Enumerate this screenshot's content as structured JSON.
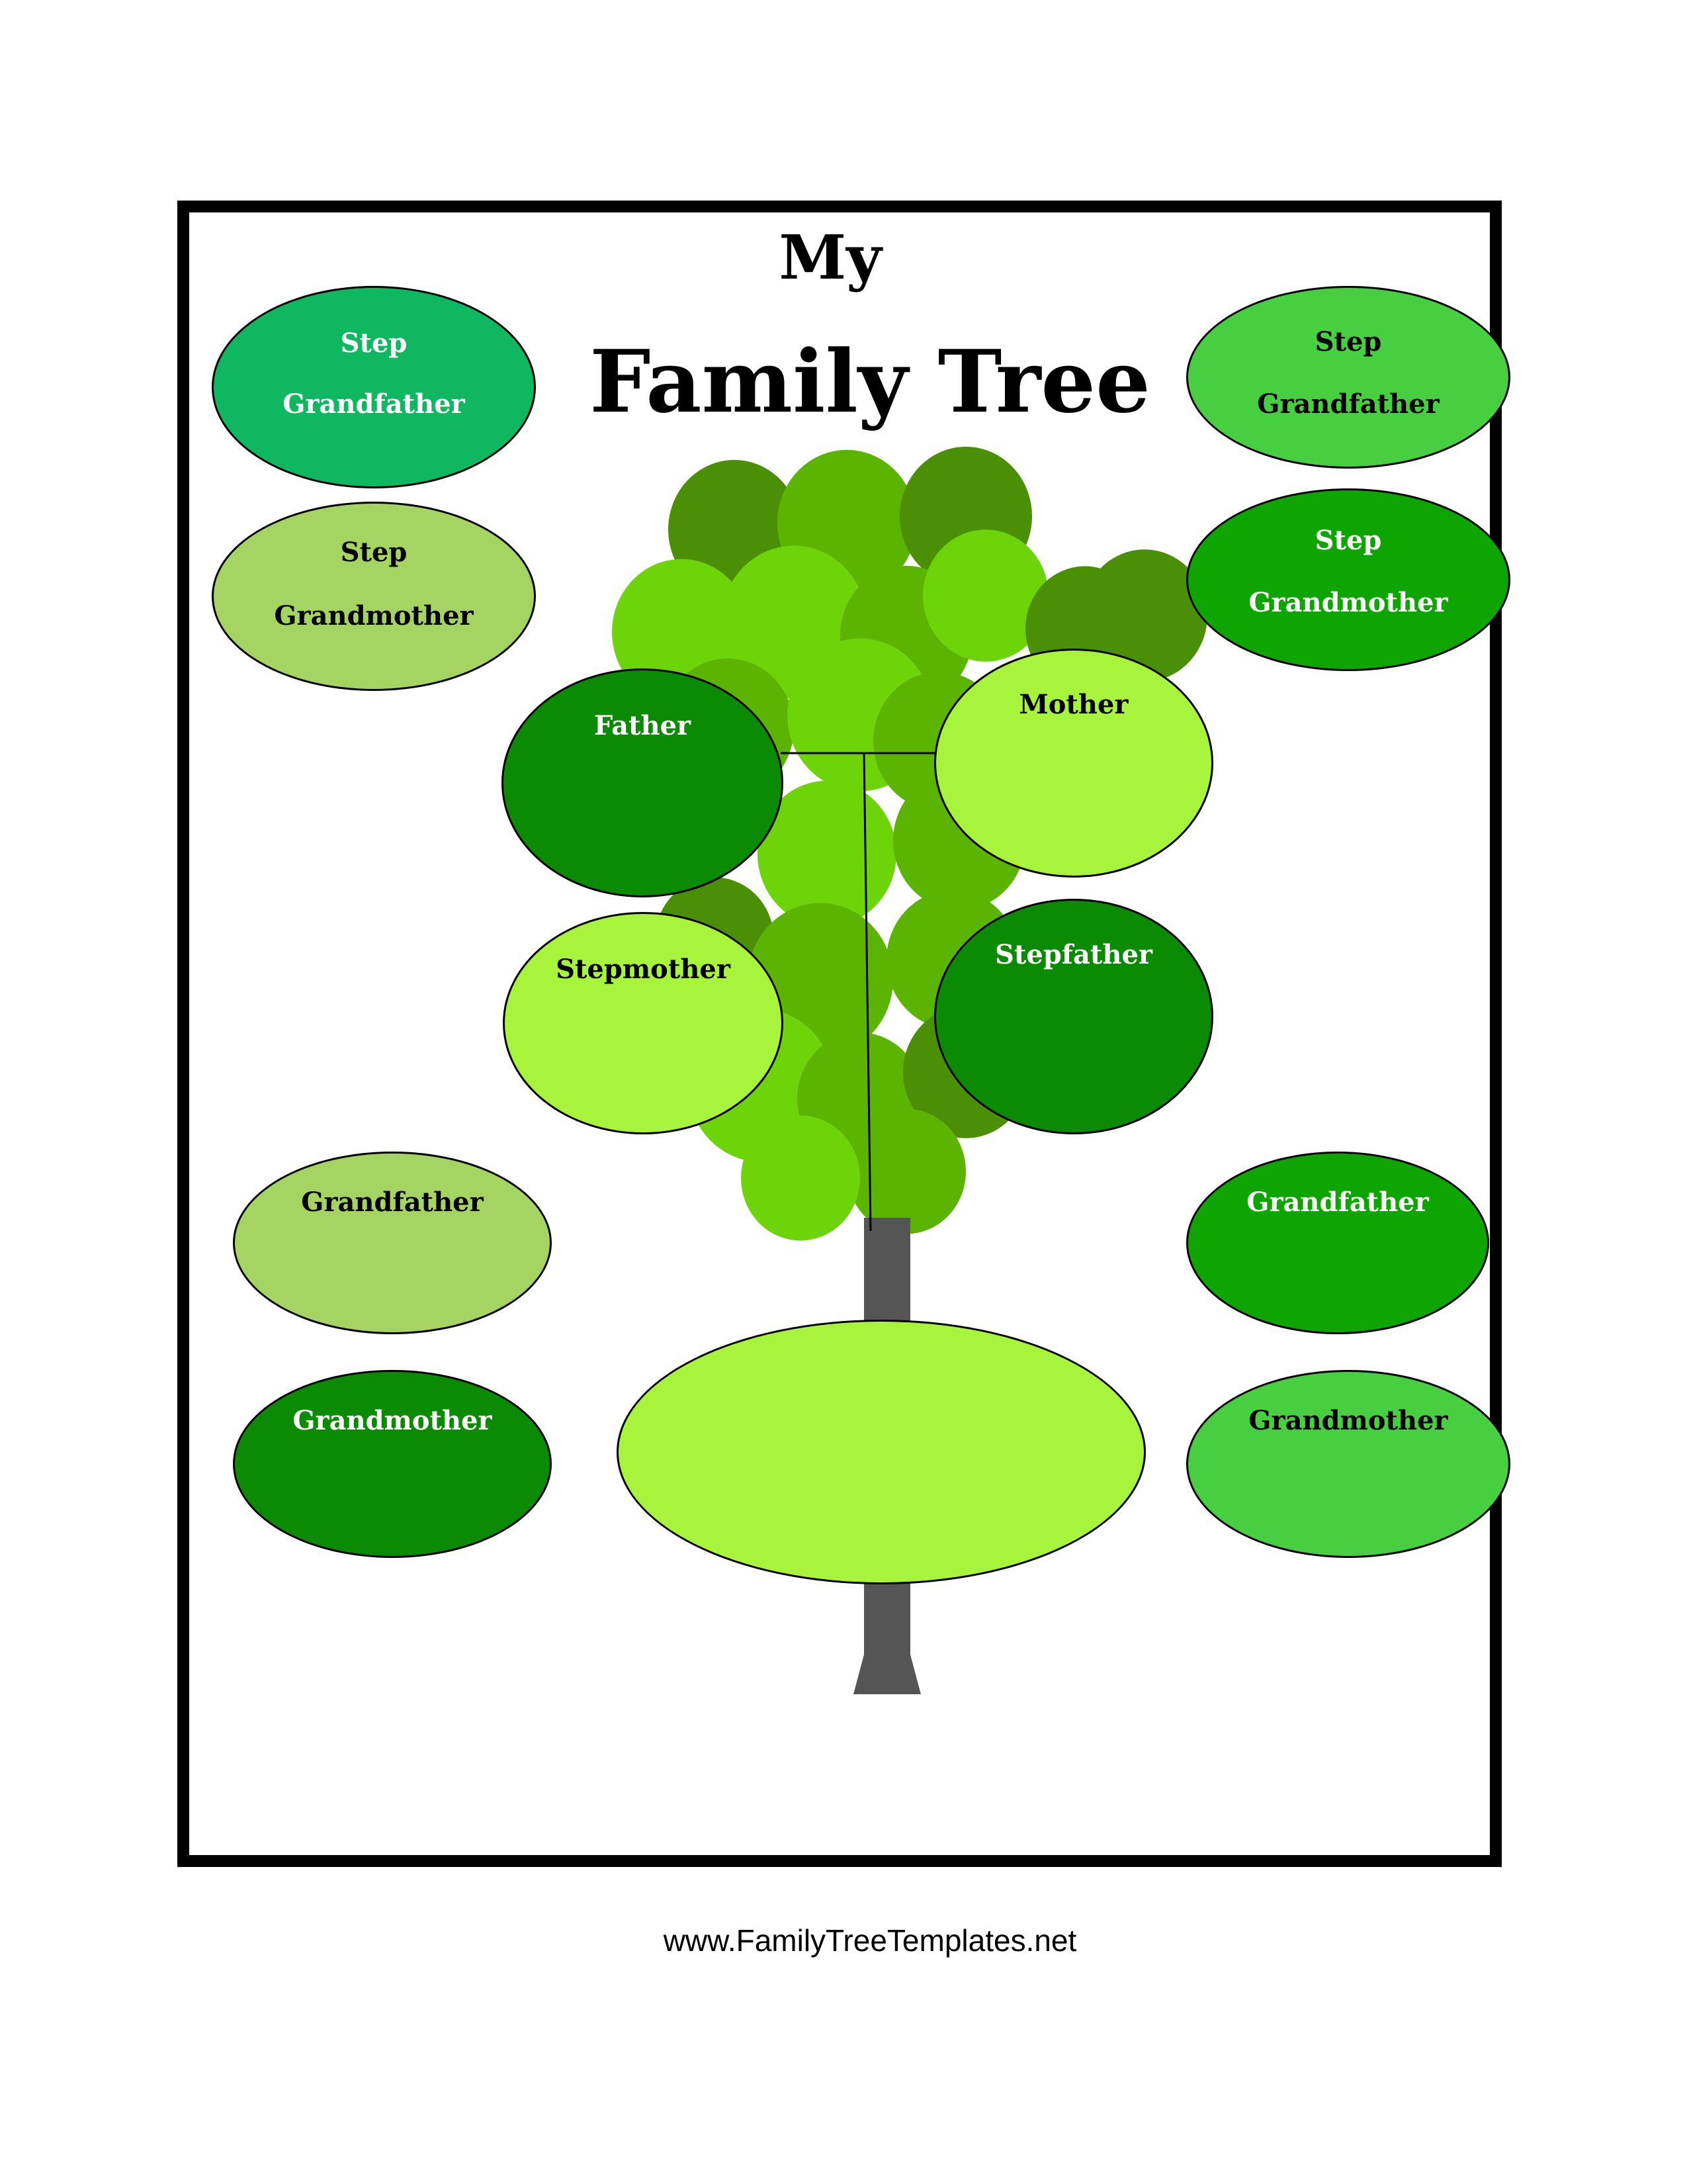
{
  "title": {
    "line1": "My",
    "line2": "Family Tree"
  },
  "ovals": {
    "left_step_grandfather": {
      "line1": "Step",
      "line2": "Grandfather",
      "fill": "#0eb760"
    },
    "left_step_grandmother": {
      "line1": "Step",
      "line2": "Grandmother",
      "fill": "#a6d462"
    },
    "right_step_grandfather": {
      "line1": "Step",
      "line2": "Grandfather",
      "fill": "#47cf41"
    },
    "right_step_grandmother": {
      "line1": "Step",
      "line2": "Grandmother",
      "fill": "#0ea500"
    },
    "father": {
      "label": "Father",
      "fill": "#0b8a03"
    },
    "mother": {
      "label": "Mother",
      "fill": "#a8f43c"
    },
    "stepmother": {
      "label": "Stepmother",
      "fill": "#a8f43c"
    },
    "stepfather": {
      "label": "Stepfather",
      "fill": "#0b8a03"
    },
    "left_grandfather": {
      "label": "Grandfather",
      "fill": "#a6d462"
    },
    "left_grandmother": {
      "label": "Grandmother",
      "fill": "#0b8a03"
    },
    "right_grandfather": {
      "label": "Grandfather",
      "fill": "#0ea500"
    },
    "right_grandmother": {
      "label": "Grandmother",
      "fill": "#47cf41"
    },
    "center": {
      "label": "",
      "fill": "#a8f43c"
    }
  },
  "tree_colors": {
    "dark": "#4a8f06",
    "mid": "#5ab400",
    "light": "#6ed40a",
    "trunk": "#555555"
  },
  "footer": {
    "url": "www.FamilyTreeTemplates.net"
  }
}
